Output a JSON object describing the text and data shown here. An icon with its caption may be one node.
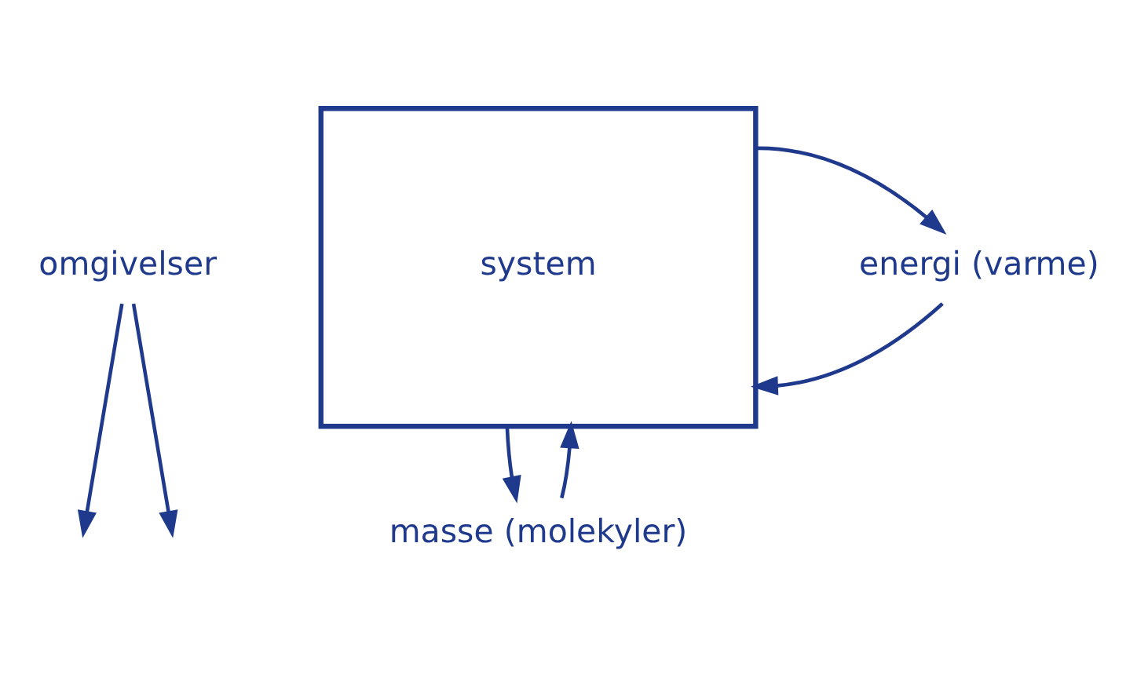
{
  "diagram": {
    "nodes": [
      {
        "text": [
          "omgivelser"
        ]
      },
      {
        "text": [
          "system"
        ]
      },
      {
        "text": [
          "energi (varme)"
        ]
      },
      {
        "text": [
          "masse (molekyler)"
        ]
      }
    ],
    "edges": [
      {
        "from": 0,
        "to": null,
        "arrow": "to"
      },
      {
        "from": 0,
        "to": null,
        "arrow": "to"
      },
      {
        "from": 2,
        "to": 1,
        "arrow": "to"
      },
      {
        "from": 1,
        "to": 2,
        "arrow": "to"
      },
      {
        "from": 1,
        "to": 3,
        "arrow": "to"
      },
      {
        "from": 3,
        "to": 1,
        "arrow": "to"
      }
    ]
  }
}
